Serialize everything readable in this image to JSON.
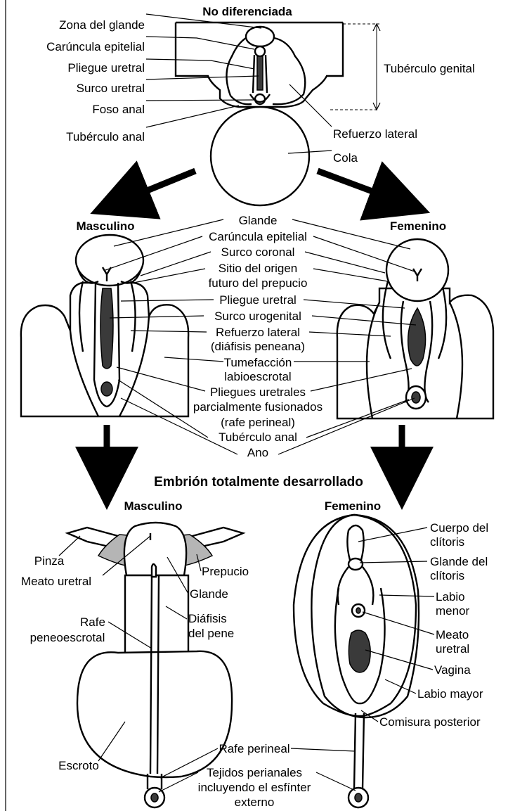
{
  "headings": {
    "undifferentiated": "No diferenciada",
    "male_mid": "Masculino",
    "female_mid": "Femenino",
    "developed": "Embrión totalmente desarrollado",
    "male_bottom": "Masculino",
    "female_bottom": "Femenino"
  },
  "top_labels": {
    "glans_zone": "Zona del glande",
    "epithelial_caruncle": "Carúncula epitelial",
    "urethral_fold": "Pliegue uretral",
    "urethral_groove": "Surco uretral",
    "anal_pit": "Foso anal",
    "anal_tubercle": "Tubérculo anal",
    "genital_tubercle": "Tubérculo genital",
    "lateral_swelling": "Refuerzo lateral",
    "tail": "Cola"
  },
  "mid_labels": {
    "glans": "Glande",
    "epithelial_caruncle": "Carúncula epitelial",
    "coronal_groove": "Surco coronal",
    "prepuce_site_1": "Sitio del origen",
    "prepuce_site_2": "futuro del prepucio",
    "urethral_fold": "Pliegue uretral",
    "urogenital_groove": "Surco urogenital",
    "lateral_swelling_1": "Refuerzo lateral",
    "lateral_swelling_2": "(diáfisis peneana)",
    "labioscrotal_1": "Tumefacción",
    "labioscrotal_2": "labioescrotal",
    "partially_fused_1": "Pliegues uretrales",
    "partially_fused_2": "parcialmente fusionados",
    "partially_fused_3": "(rafe perineal)",
    "anal_tubercle": "Tubérculo anal",
    "anus": "Ano"
  },
  "male_labels": {
    "clamp": "Pinza",
    "urethral_meatus": "Meato uretral",
    "prepuce": "Prepucio",
    "glans": "Glande",
    "raphe_1": "Rafe",
    "raphe_2": "peneoescrotal",
    "shaft_1": "Diáfisis",
    "shaft_2": "del pene",
    "scrotum": "Escroto"
  },
  "female_labels": {
    "clitoris_body_1": "Cuerpo del",
    "clitoris_body_2": "clítoris",
    "clitoris_glans_1": "Glande del",
    "clitoris_glans_2": "clítoris",
    "labia_minora_1": "Labio",
    "labia_minora_2": "menor",
    "meatus_1": "Meato",
    "meatus_2": "uretral",
    "vagina": "Vagina",
    "labia_majora": "Labio mayor",
    "posterior_commissure": "Comisura posterior"
  },
  "bottom_labels": {
    "perineal_raphe": "Rafe perineal",
    "perianal_1": "Tejidos perianales",
    "perianal_2": "incluyendo el esfínter",
    "perianal_3": "externo"
  }
}
